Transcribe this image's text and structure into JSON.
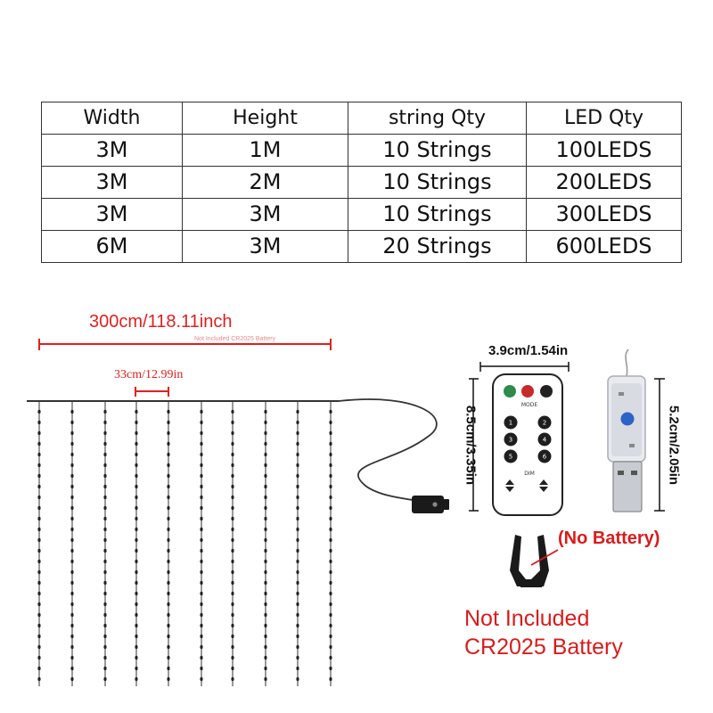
{
  "table": {
    "headers": [
      "Width",
      "Height",
      "string Qty",
      "LED Qty"
    ],
    "rows": [
      [
        "3M",
        "1M",
        "10 Strings",
        "100LEDS"
      ],
      [
        "3M",
        "2M",
        "10 Strings",
        "200LEDS"
      ],
      [
        "3M",
        "3M",
        "10 Strings",
        "300LEDS"
      ],
      [
        "6M",
        "3M",
        "20 Strings",
        "600LEDS"
      ]
    ]
  },
  "dimensions": {
    "total_width": "300cm/118.11inch",
    "faint_note": "Not Included CR2025 Battery",
    "string_spacing": "33cm/12.99in",
    "remote_width": "3.9cm/1.54in",
    "remote_height": "8.5cm/3.35in",
    "usb_height": "5.2cm/2.05in"
  },
  "remote": {
    "mode_label": "MODE",
    "dim_label": "DIM"
  },
  "battery": {
    "no_battery": "(No Battery)",
    "line1": "Not Included",
    "line2": "CR2025 Battery"
  },
  "colors": {
    "accent_red": "#e02020",
    "battery_red": "#d91c1c",
    "line_dark": "#222222",
    "usb_blue": "#2b63c9"
  }
}
